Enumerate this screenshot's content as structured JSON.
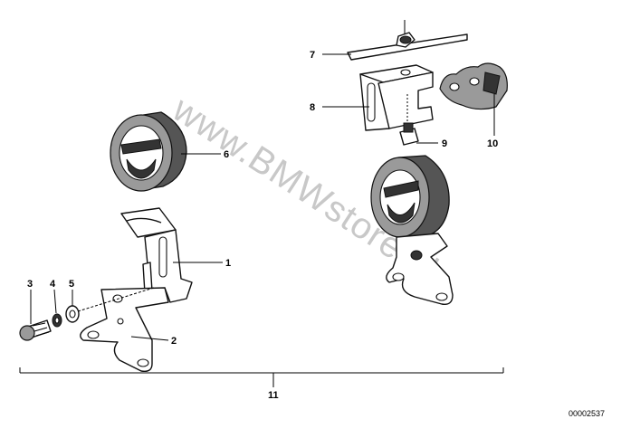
{
  "callouts": {
    "c1": "1",
    "c2": "2",
    "c3": "3",
    "c4": "4",
    "c5": "5",
    "c6": "6",
    "c7": "7",
    "c8": "8",
    "c9": "9",
    "c10": "10",
    "c11": "11"
  },
  "watermark": "www.BMWstore.pl",
  "doc_number": "00002537"
}
